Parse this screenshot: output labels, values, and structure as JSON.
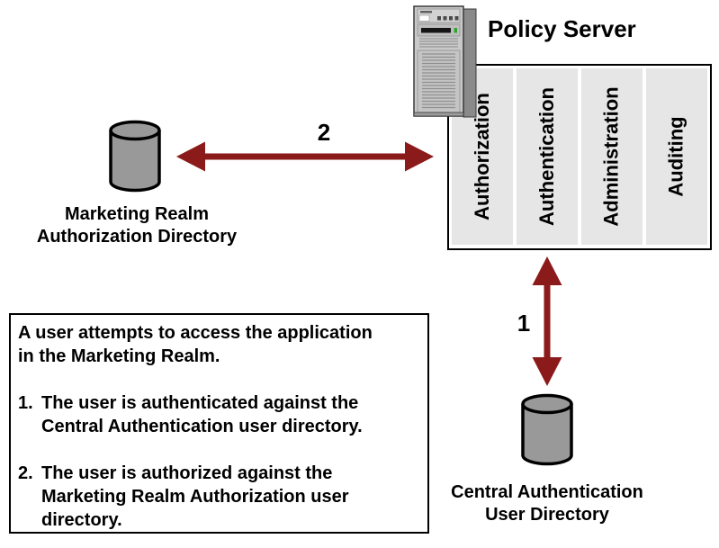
{
  "policy_server": {
    "title": "Policy Server",
    "panels": [
      "Authorization",
      "Authentication",
      "Administration",
      "Auditing"
    ]
  },
  "directories": {
    "marketing": {
      "line1": "Marketing Realm",
      "line2": "Authorization Directory"
    },
    "central": {
      "line1": "Central Authentication",
      "line2": "User Directory"
    }
  },
  "arrows": {
    "horizontal_label": "2",
    "vertical_label": "1"
  },
  "note": {
    "intro": [
      "A user attempts to access the application",
      "in the Marketing Realm."
    ],
    "items": [
      {
        "num": "1.",
        "lines": [
          "The user is authenticated against the",
          "Central Authentication user directory."
        ]
      },
      {
        "num": "2.",
        "lines": [
          "The user is authorized against the",
          "Marketing Realm Authorization user",
          "directory."
        ]
      }
    ]
  },
  "icons": {
    "server": "tower-server-icon",
    "left_database": "database-cylinder-icon",
    "right_database": "database-cylinder-icon"
  },
  "colors": {
    "arrow": "#8B1A1A",
    "panel_bg": "#E6E6E6",
    "cylinder_fill": "#999999",
    "server_front": "#C9C9C9",
    "server_side": "#8A8A8A"
  }
}
